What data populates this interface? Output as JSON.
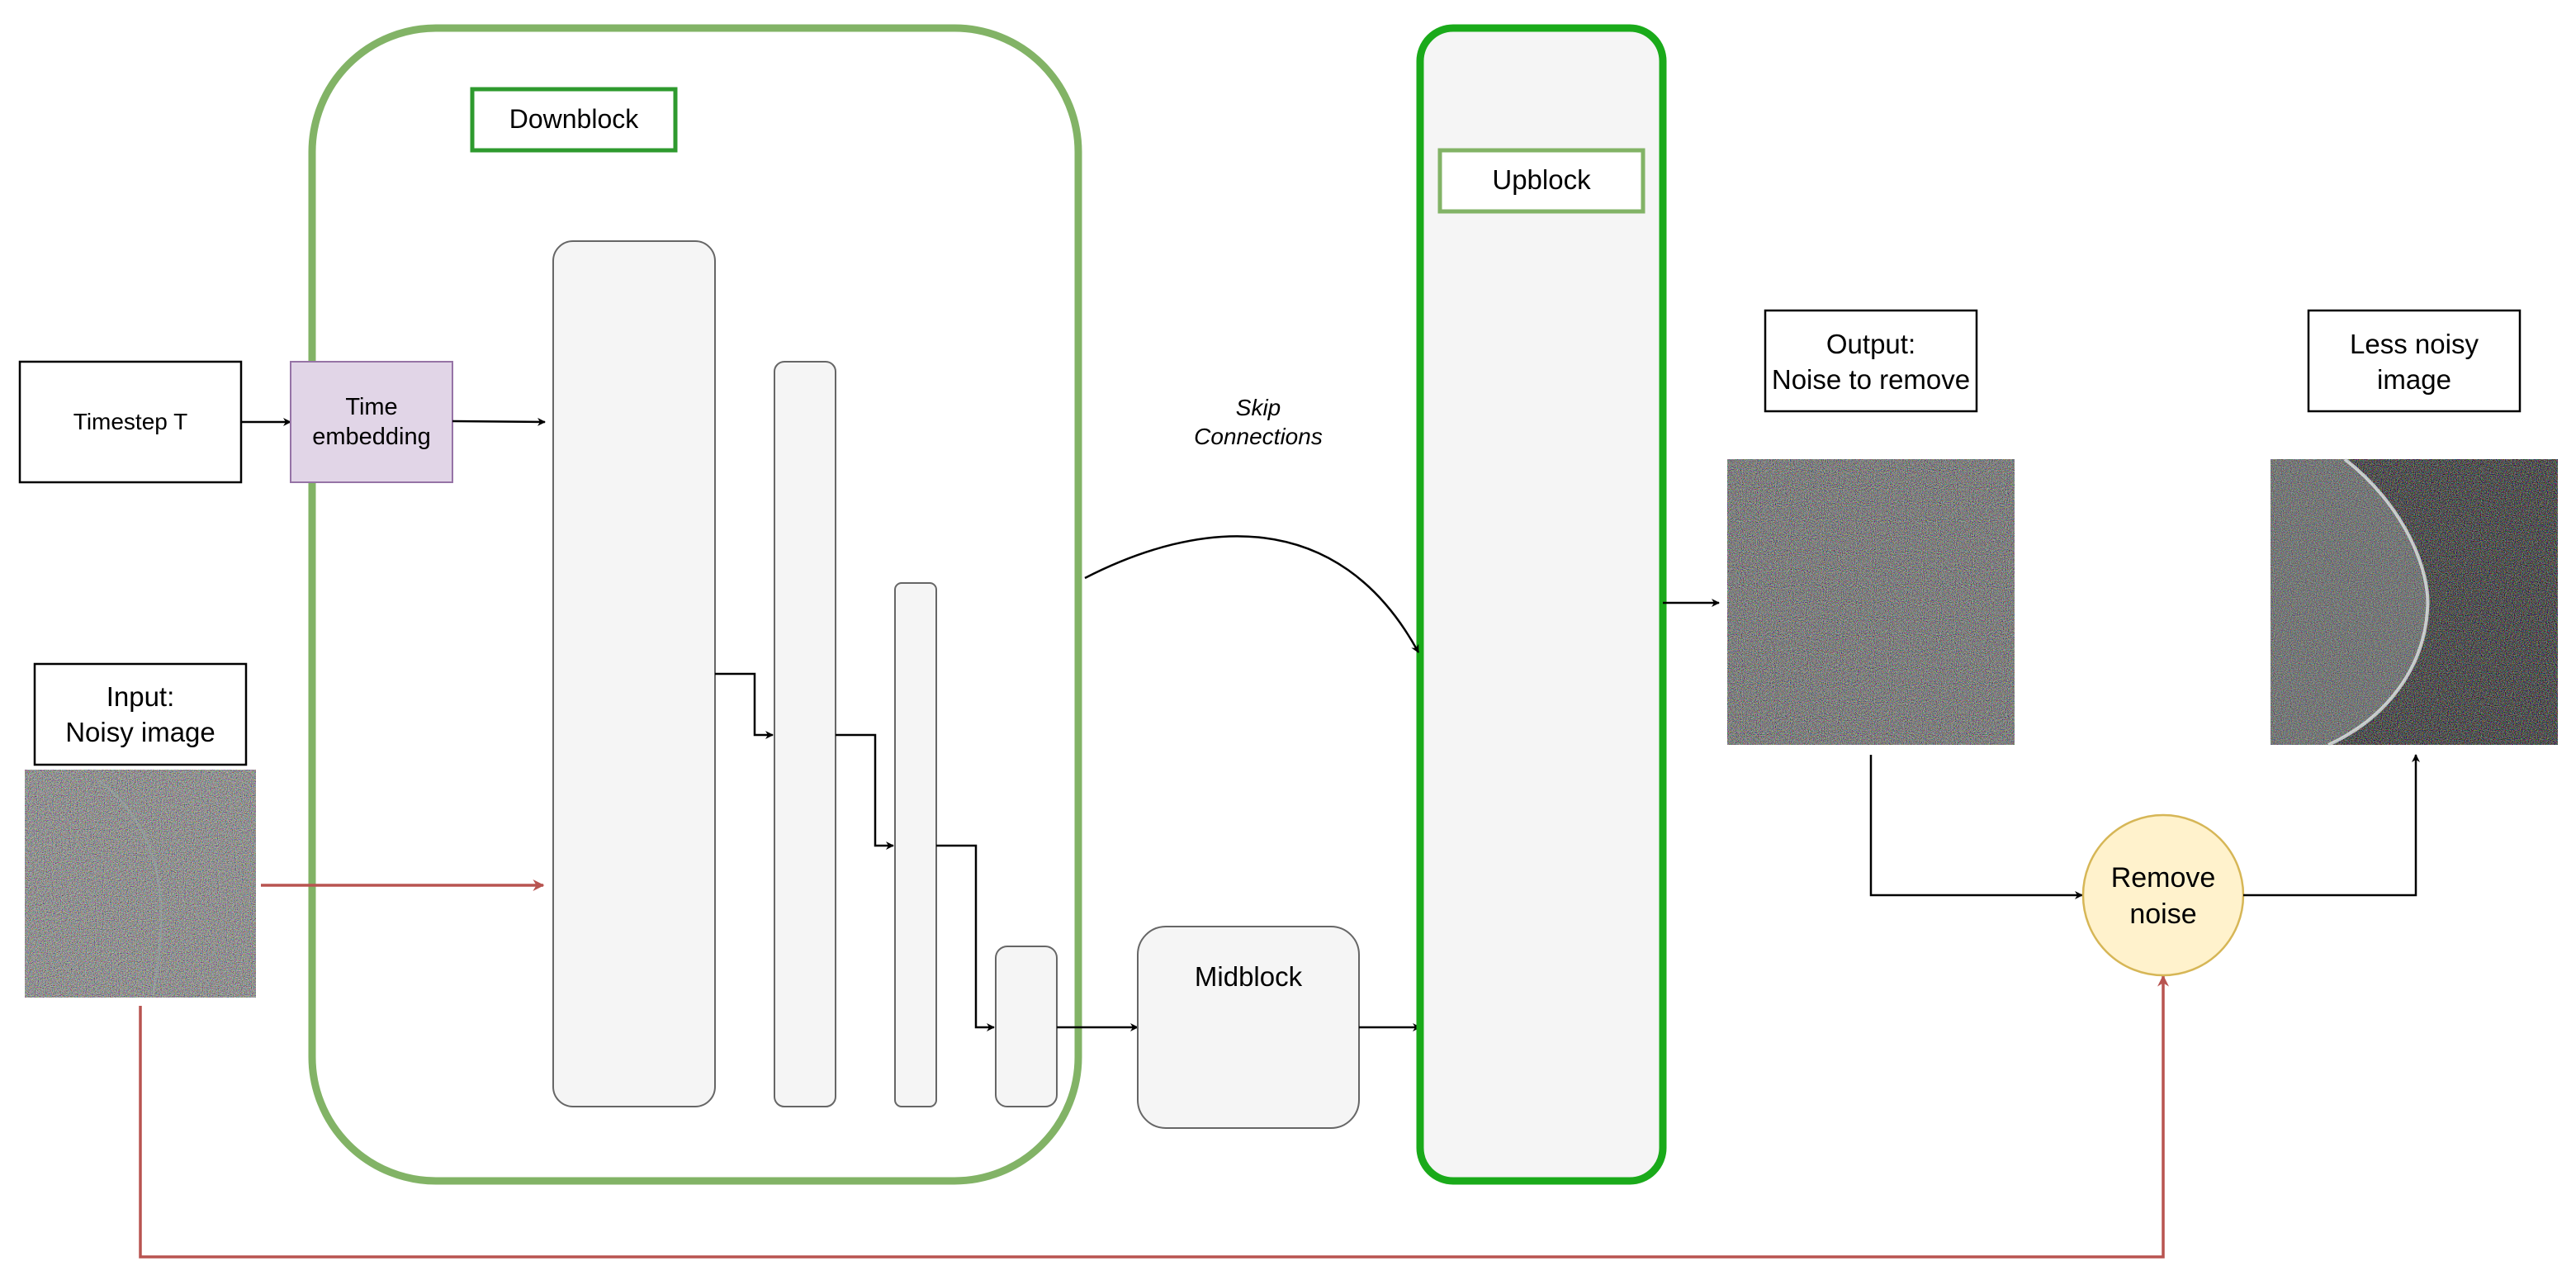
{
  "labels": {
    "timestep": "Timestep T",
    "time_embedding": [
      "Time",
      "embedding"
    ],
    "input": [
      "Input:",
      "Noisy image"
    ],
    "downblock": "Downblock",
    "upblock": "Upblock",
    "midblock": "Midblock",
    "skip": [
      "Skip",
      "Connections"
    ],
    "output": [
      "Output:",
      "Noise to remove"
    ],
    "less_noisy": [
      "Less noisy",
      "image"
    ],
    "remove_noise": [
      "Remove",
      "noise"
    ]
  },
  "colors": {
    "block_border_green": "#82b366",
    "upblock_border_green": "#1aaa1a",
    "downblock_label_border": "#2e9a2e",
    "panel_fill": "#f5f5f5",
    "panel_border": "#666666",
    "embedding_fill": "#e1d5e7",
    "embedding_border": "#9673a6",
    "remove_fill": "#fff2cc",
    "remove_border": "#d6b656",
    "red_arrow": "#b85450"
  },
  "images": {
    "input": "noise-with-faint-breast-outline",
    "output": "pure-noise",
    "less_noisy": "noise-with-breast-outline"
  }
}
